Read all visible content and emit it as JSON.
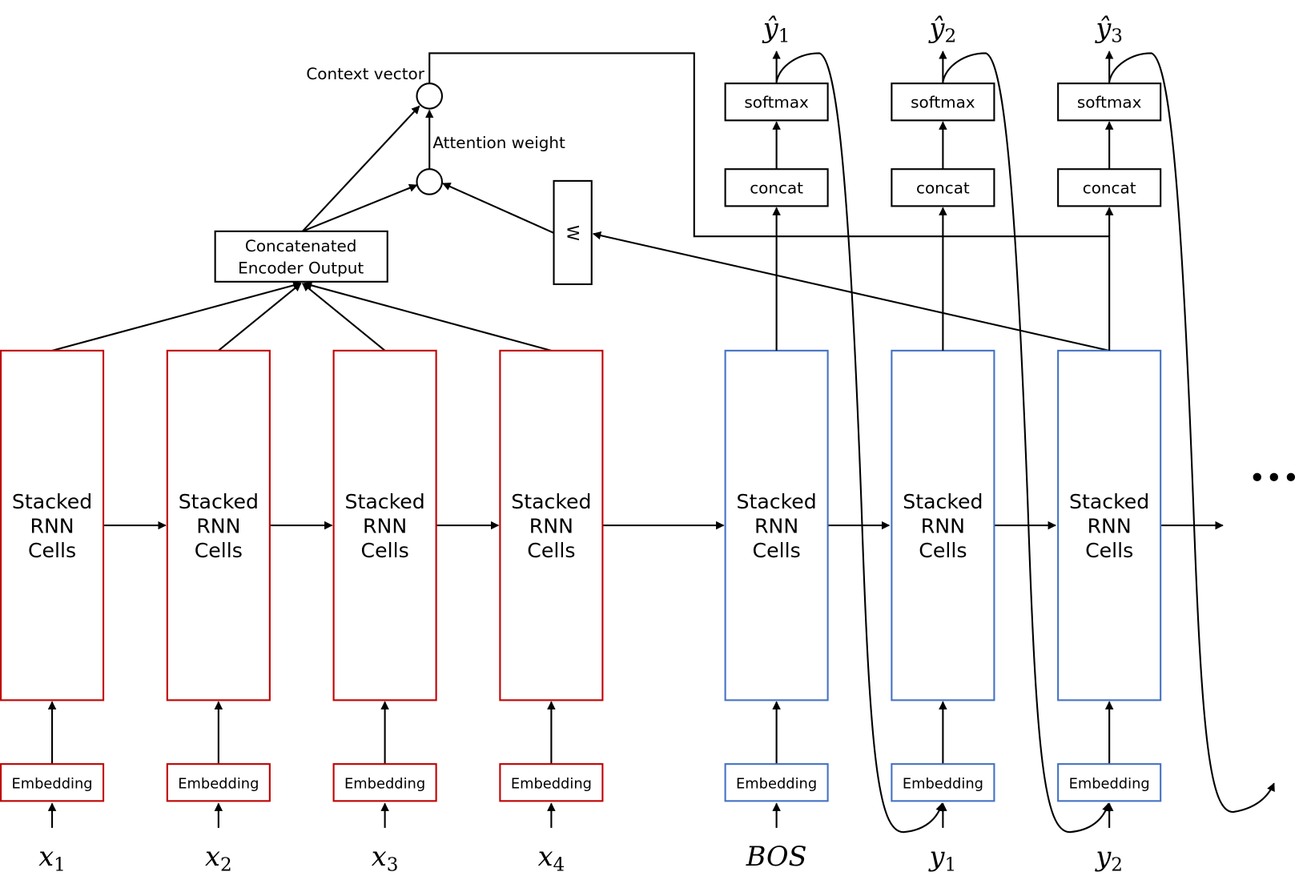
{
  "colors": {
    "encoder": "#c00000",
    "decoder": "#4472c4",
    "line": "#000000"
  },
  "cell_label": [
    "Stacked",
    "RNN",
    "Cells"
  ],
  "embedding_label": "Embedding",
  "encoder_inputs": [
    {
      "base": "x",
      "sub": "1"
    },
    {
      "base": "x",
      "sub": "2"
    },
    {
      "base": "x",
      "sub": "3"
    },
    {
      "base": "x",
      "sub": "4"
    }
  ],
  "decoder_inputs": [
    {
      "base": "BOS",
      "sub": ""
    },
    {
      "base": "y",
      "sub": "1"
    },
    {
      "base": "y",
      "sub": "2"
    }
  ],
  "decoder_outputs": [
    {
      "base": "ŷ",
      "sub": "1"
    },
    {
      "base": "ŷ",
      "sub": "2"
    },
    {
      "base": "ŷ",
      "sub": "3"
    }
  ],
  "softmax_label": "softmax",
  "concat_label": "concat",
  "concat_encoder": [
    "Concatenated",
    "Encoder Output"
  ],
  "w_label": "W",
  "context_vector_label": "Context vector",
  "attention_weight_label": "Attention weight",
  "ellipsis": "•••"
}
